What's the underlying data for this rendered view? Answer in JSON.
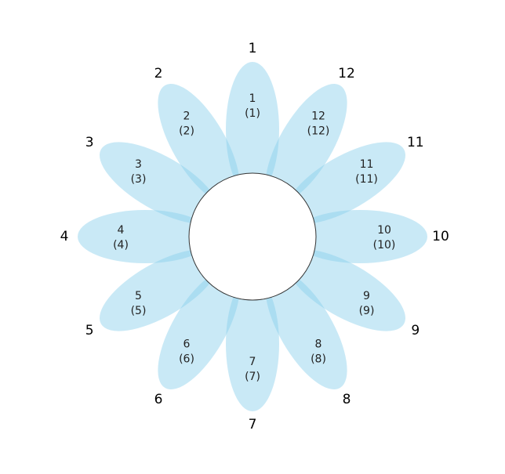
{
  "diagram": {
    "type": "flower-venn",
    "petal_fill": "#87CEEB",
    "petal_opacity": 0.45,
    "center_fill": "#ffffff",
    "center_stroke": "#333333",
    "sets": [
      {
        "name": "1",
        "inner": "1",
        "count": "(1)"
      },
      {
        "name": "2",
        "inner": "2",
        "count": "(2)"
      },
      {
        "name": "3",
        "inner": "3",
        "count": "(3)"
      },
      {
        "name": "4",
        "inner": "4",
        "count": "(4)"
      },
      {
        "name": "5",
        "inner": "5",
        "count": "(5)"
      },
      {
        "name": "6",
        "inner": "6",
        "count": "(6)"
      },
      {
        "name": "7",
        "inner": "7",
        "count": "(7)"
      },
      {
        "name": "8",
        "inner": "8",
        "count": "(8)"
      },
      {
        "name": "9",
        "inner": "9",
        "count": "(9)"
      },
      {
        "name": "10",
        "inner": "10",
        "count": "(10)"
      },
      {
        "name": "11",
        "inner": "11",
        "count": "(11)"
      },
      {
        "name": "12",
        "inner": "12",
        "count": "(12)"
      }
    ]
  }
}
